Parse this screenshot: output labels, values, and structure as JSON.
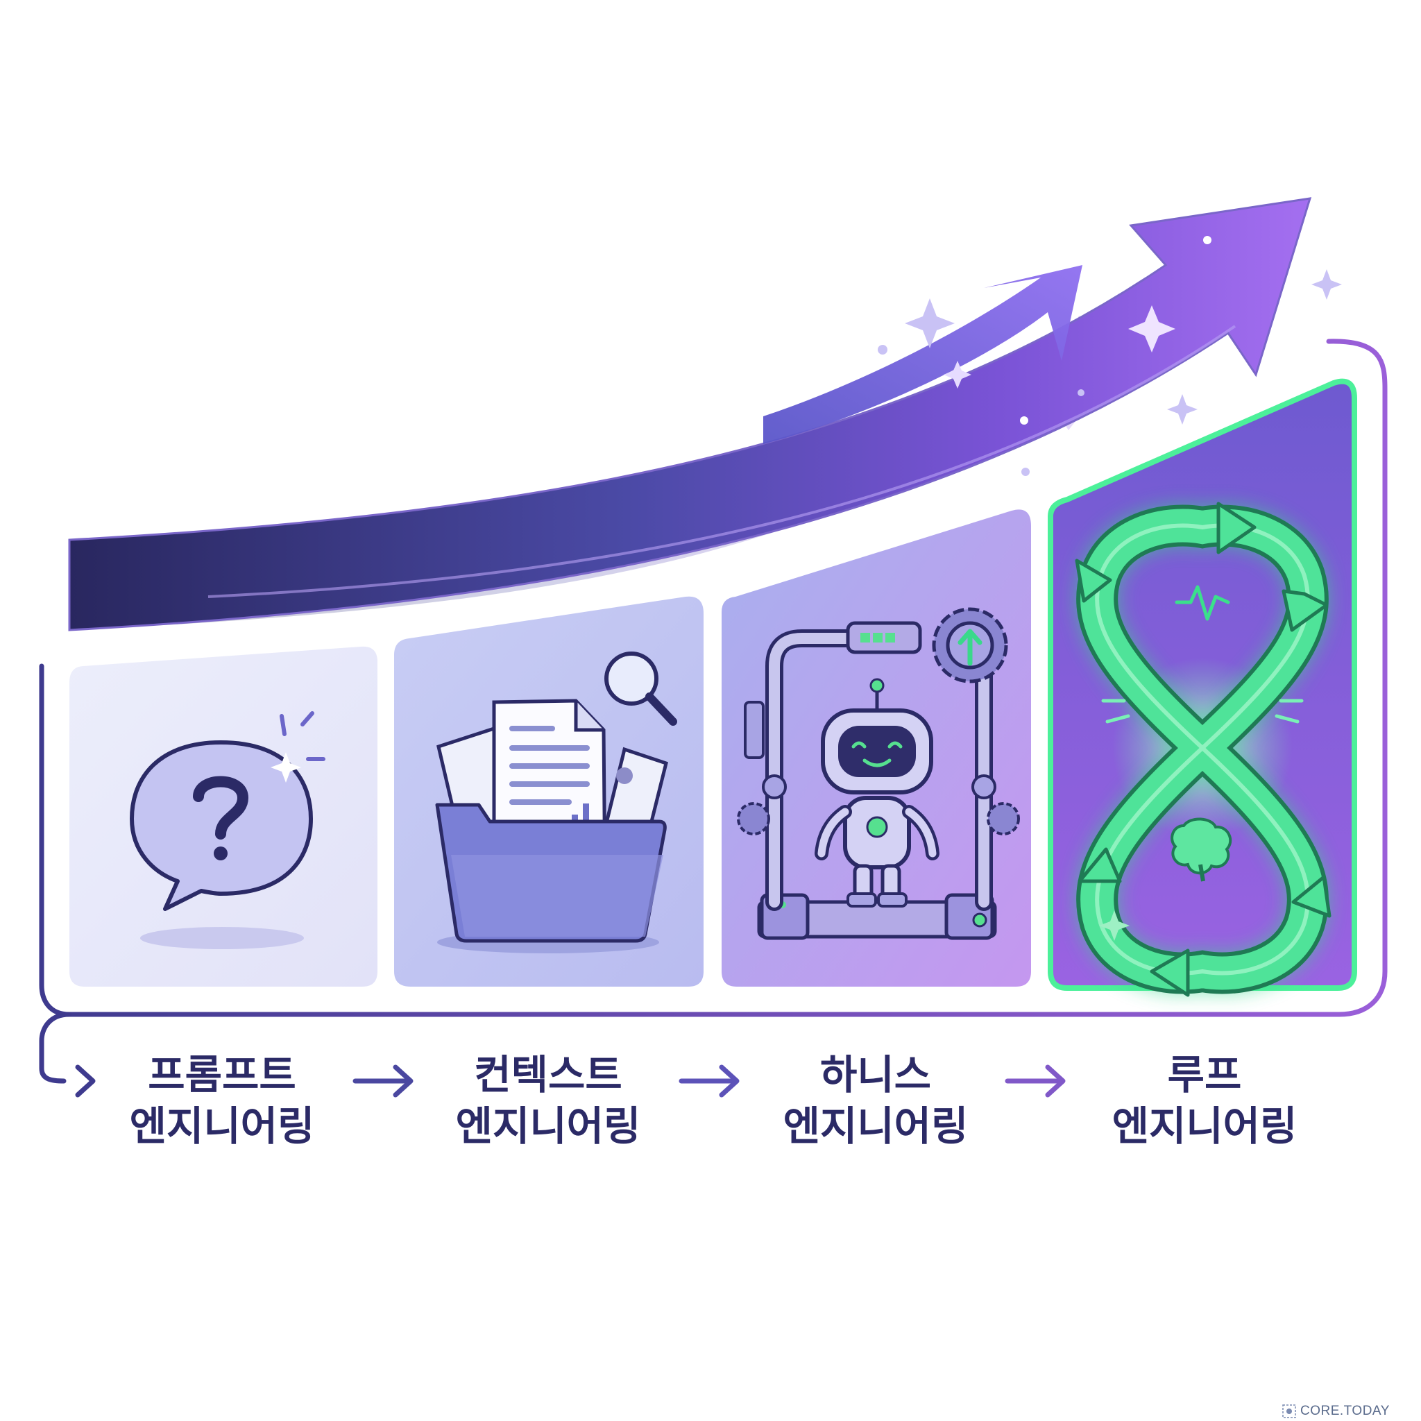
{
  "stages": [
    {
      "line1": "프롬프트",
      "line2": "엔지니어링",
      "icon": "question-bubble-icon"
    },
    {
      "line1": "컨텍스트",
      "line2": "엔지니어링",
      "icon": "folder-documents-icon"
    },
    {
      "line1": "하니스",
      "line2": "엔지니어링",
      "icon": "robot-harness-icon"
    },
    {
      "line1": "루프",
      "line2": "엔지니어링",
      "icon": "infinity-loop-icon"
    }
  ],
  "watermark": {
    "text": "CORE.TODAY"
  },
  "colors": {
    "navy": "#2b2a66",
    "purple": "#7c4fd6",
    "violet": "#a06ae6",
    "green": "#39d98a",
    "panel1": "#e8e8fa",
    "panel2": "#c2c6f2",
    "panel3": "#b79df0",
    "panel4": "#8a5ad8"
  }
}
